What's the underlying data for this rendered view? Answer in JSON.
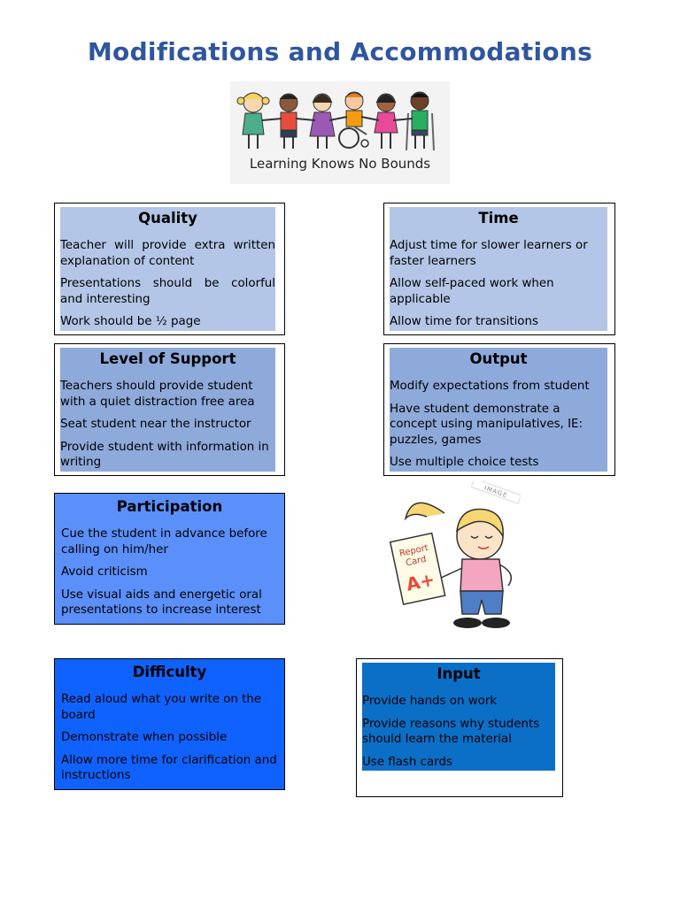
{
  "document": {
    "title": "Modifications and Accommodations",
    "banner_caption": "Learning Knows No Bounds",
    "report_card": {
      "line1": "Report",
      "line2": "Card",
      "grade": "A+"
    },
    "watermark": "IMAGE"
  },
  "cards": {
    "quality": {
      "heading": "Quality",
      "items": [
        "Teacher will provide extra written explanation of content",
        "Presentations should be colorful and interesting",
        "Work should be ½ page"
      ]
    },
    "time": {
      "heading": "Time",
      "items": [
        "Adjust time for slower learners or faster learners",
        "Allow self-paced work when applicable",
        "Allow time for transitions"
      ]
    },
    "support": {
      "heading": "Level of Support",
      "items": [
        "Teachers should provide student with a quiet distraction free area",
        "Seat student near the instructor",
        "Provide student with information in writing"
      ]
    },
    "output": {
      "heading": "Output",
      "items": [
        "Modify expectations from student",
        "Have student demonstrate a concept using manipulatives, IE: puzzles, games",
        "Use multiple choice tests"
      ]
    },
    "participation": {
      "heading": "Participation",
      "items": [
        "Cue the student in advance before calling on him/her",
        "Avoid criticism",
        "Use visual aids and energetic oral presentations to increase interest"
      ]
    },
    "difficulty": {
      "heading": "Difficulty",
      "items": [
        "Read aloud what you write on the board",
        "Demonstrate when possible",
        "Allow more time for clarification and instructions"
      ]
    },
    "input": {
      "heading": "Input",
      "items": [
        "Provide hands on work",
        "Provide reasons why students should learn the material",
        "Use flash cards"
      ]
    }
  },
  "colors": {
    "title": "#2e55a0",
    "quality_fill": "#b4c6e7",
    "time_fill": "#b4c6e7",
    "support_fill": "#8eaadb",
    "output_fill": "#8eaadb",
    "participation_fill": "#5b8ff9",
    "difficulty_fill": "#0f62fe",
    "input_fill": "#0b6fc7"
  }
}
